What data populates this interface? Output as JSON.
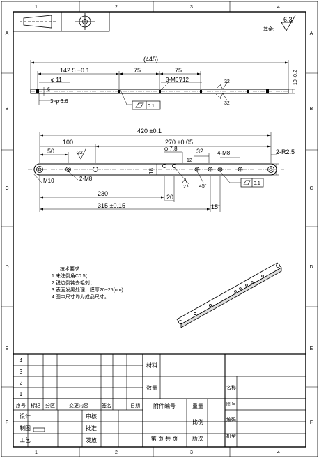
{
  "frame": {
    "top_zones": [
      "1",
      "2",
      "3",
      "4"
    ],
    "bottom_zones": [
      "1",
      "2",
      "3",
      "4"
    ],
    "side_zones": [
      "A",
      "B",
      "C",
      "D",
      "E",
      "F"
    ]
  },
  "surface_finish": {
    "remainder_label": "其余:",
    "value": "6.3"
  },
  "top_view": {
    "overall": "(445)",
    "d1": "142.5 ±0.1",
    "d2": "75",
    "d3": "75",
    "hole_dia": "φ 11",
    "thread": "3-M6⊽12",
    "roughness": "32",
    "roughness2": "32",
    "counterbore": "3-φ 6.6",
    "height": "6",
    "width": "10 -0.2",
    "flatness": "0.1"
  },
  "side_view": {
    "overall": "420 ±0.1",
    "d100": "100",
    "d270": "270 ±0.05",
    "d50": "50",
    "roughness": "32",
    "r25": "2-R2.5",
    "m8": "4-M8",
    "m10": "M10",
    "m8b": "2-M8",
    "h18": "18",
    "d8": "φ 7.8",
    "d32": "32",
    "angle": "2",
    "deg": "45°",
    "d230": "230",
    "d315": "315 ±0.15",
    "d20": "20",
    "d15": "15",
    "flatness": "0.1",
    "v12": "12"
  },
  "tech_notes": {
    "title": "技术要求",
    "lines": [
      "1.未注倒角C0.5；",
      "2.锐边倒钝去毛刺；",
      "3.表面发黑处理，膜厚20~25(um)",
      "4.图中尺寸均为成品尺寸。"
    ]
  },
  "title_block": {
    "revision_rows": [
      "4",
      "3",
      "2",
      "1"
    ],
    "header": [
      "序号",
      "标记",
      "分区",
      "变更内容",
      "签名",
      "日期"
    ],
    "roles": [
      "设计",
      "制图",
      "工艺"
    ],
    "checks": [
      "审核",
      "批准",
      "发放"
    ],
    "material": "材料",
    "quantity": "数量",
    "attachment": "附件编号",
    "weight": "重量",
    "scale": "比例",
    "version": "版次",
    "sheets": "第 页 共 页",
    "name": "名称",
    "drawing_no": "图号",
    "part_no": "编码",
    "unit": "机型"
  }
}
